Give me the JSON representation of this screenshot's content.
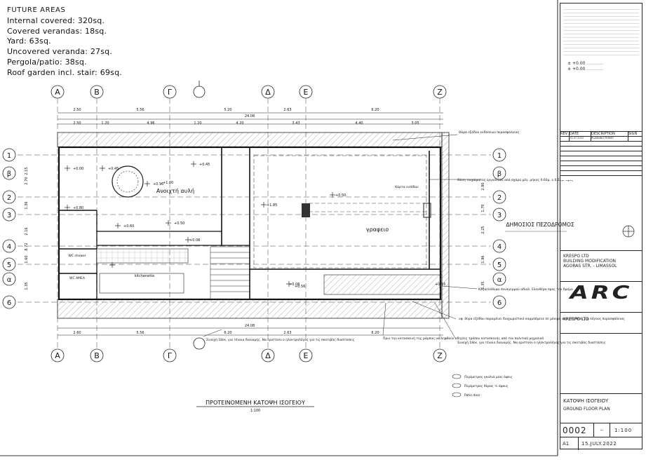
{
  "areas": {
    "heading": "FUTURE AREAS",
    "lines": [
      "Internal covered: 320sq.",
      "Covered verandas: 18sq.",
      "Yard: 63sq.",
      "Uncovered veranda: 27sq.",
      "Pergola/patio: 38sq.",
      "Roof garden incl. stair: 69sq."
    ]
  },
  "grid": {
    "columns": [
      "A",
      "B",
      "Γ",
      "Δ",
      "E",
      "Z"
    ],
    "rows": [
      "1",
      "β",
      "2",
      "3",
      "4",
      "5",
      "α",
      "6"
    ]
  },
  "dimensions": {
    "top_row1": [
      "2.50",
      "5.56",
      "5.20",
      "2.63",
      "6.20"
    ],
    "top_total": "24.08",
    "top_row2": [
      "2.50",
      "1.20",
      "4.96",
      "1.20",
      "4.20",
      "3.43",
      "4.40",
      "3.05"
    ],
    "bottom_total": "24.08",
    "bottom_row": [
      "2.60",
      "5.56",
      "6.20",
      "2.63",
      "6.20"
    ],
    "left": [
      "2.15",
      "2.70",
      "1.36",
      "2.16",
      "8.72",
      "1.60",
      "1.35"
    ],
    "right": [
      "2.90",
      "1.70",
      "2.25",
      "1.96",
      "1.35"
    ]
  },
  "rooms": {
    "courtyard": "Ανοιχτή αυλή",
    "office": "γραφειο",
    "kitchenette": "kitchenette",
    "wc_shower": "WC shower",
    "wc_amea": "WC AMEA",
    "cold_room": "Κάρτα εισόδου",
    "pavement": "ΔΗΜΟΣΙΟΣ ΠΕΖΟΔΡΟΜΟΣ"
  },
  "levels": [
    "+0.00",
    "+0.45",
    "+0.45",
    "+0.96",
    "+0.80",
    "+0.50",
    "+0.60",
    "+1.85",
    "+0.50",
    "+0.08",
    "+0.08",
    "+0.16",
    "+0.56",
    "+1.00"
  ],
  "notes": {
    "door_note": "Θύρα εξόδου εκδόσεων πυρασφάλειας",
    "wall_note": "Θέση τοιχώματος εργαλείων από σχάρα μέγ. μήκος 0.60μ. x 0.60μ. ύψος",
    "fire_door": "Καγκελόθυρα συναγερμού αδιαλ. Ελευθέρα προς τον δρόμο",
    "exit_note": "υφ. θύρα εξόδου παραμένει διαχωριστικό καρμπόμενε σε μόνιμη ανοιχτή θέση για λόγους πυρασφάλειας",
    "fire_shutter": "Συνεχή 18εκ. για τέναιο διανομής. Να εριστούν ο ηλεκτρολόγος για τις σκοτιβάς διαστάσεις",
    "approval_note": "Πριν την κατασκευή της ράμπας να ληφθούν οδηγίες τρόπου κατασκευής από τον πολιτικό μηχανικό",
    "shaft_note": "Συνεχή 18εκ. για τέναιο διανομής. Να εριστούν ο ηλεκτρολόγος για τις σκοτιβάς διαστάσεις"
  },
  "legend": [
    "Περίμετρος γκαλιά μίας όψεις",
    "Περίμετρος θύρας ½ ύψους",
    "Patio door"
  ],
  "plan_title": "ΠΡΟΤΕΙΝΟΜΕΝΗ ΚΑΤΟΨΗ ΙΣΟΓΕΙΟΥ",
  "plan_scale": "1:100",
  "title_block": {
    "client_name": "KRESPO LTD",
    "project": [
      "KRESPO LTD",
      "BUILDING MODIFICATION",
      "AGORAS STR. - LIMASSOL"
    ],
    "studio_name": "ARC",
    "drawing_title_gr": "ΚΑΤΟΨΗ ΙΣΟΓΕΙΟΥ",
    "drawing_title_en": "GROUND FLOOR PLAN",
    "drawing_number": "0002",
    "revision": "--",
    "scale": "1:100",
    "format": "A1",
    "date": "15.JULY.2022",
    "rev_headers": [
      "REV",
      "DATE",
      "DESCRIPTION",
      "SIGN"
    ],
    "rev_row": [
      "",
      "15.07.2022",
      "PLANNING PERMIT",
      ""
    ],
    "level_a": "+0.00",
    "level_b": "+0.00"
  }
}
